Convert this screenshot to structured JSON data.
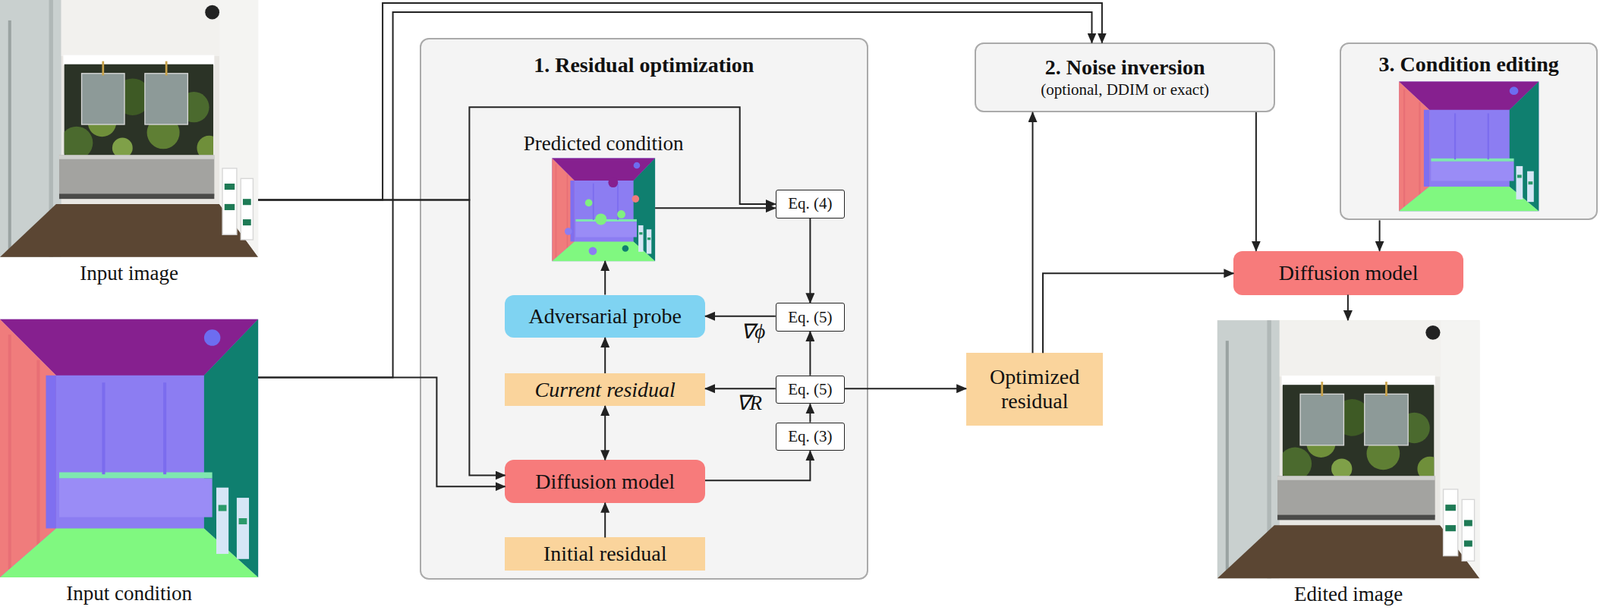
{
  "diagram": {
    "nodes": [
      {
        "text": [
          "Input image"
        ]
      },
      {
        "text": [
          "Input condition"
        ]
      },
      {
        "text": [
          "1. Residual optimization"
        ]
      },
      {
        "text": [
          "Predicted condition"
        ],
        "in": 2
      },
      {
        "text": [
          "Eq. (4)"
        ],
        "in": 2
      },
      {
        "text": [
          "Adversarial probe"
        ],
        "in": 2
      },
      {
        "text": [
          "Eq. (5)"
        ],
        "in": 2
      },
      {
        "text": [
          "Current residual"
        ],
        "in": 2
      },
      {
        "text": [
          "Eq. (5)"
        ],
        "in": 2
      },
      {
        "text": [
          "Eq. (3)"
        ],
        "in": 2
      },
      {
        "text": [
          "Diffusion model"
        ],
        "in": 2
      },
      {
        "text": [
          "Initial residual"
        ],
        "in": 2
      },
      {
        "text": [
          "2. Noise inversion",
          "(optional, DDIM or exact)"
        ]
      },
      {
        "text": [
          "3. Condition editing"
        ]
      },
      {
        "text": [
          "Optimized residual"
        ]
      },
      {
        "text": [
          "Diffusion model"
        ]
      },
      {
        "text": [
          "Edited image"
        ]
      }
    ],
    "edges": [
      {
        "from": 0,
        "to": 12,
        "arrow": "to"
      },
      {
        "from": 1,
        "to": 12,
        "arrow": "to"
      },
      {
        "from": 0,
        "to": 10,
        "arrow": "to"
      },
      {
        "from": 0,
        "to": 4,
        "arrow": "to"
      },
      {
        "from": 1,
        "to": 10,
        "arrow": "to"
      },
      {
        "from": 3,
        "to": 4,
        "arrow": "to"
      },
      {
        "from": 4,
        "to": 6,
        "arrow": "to"
      },
      {
        "from": 6,
        "to": 5,
        "label": "∇ϕ",
        "arrow": "to"
      },
      {
        "from": 5,
        "to": 3,
        "arrow": "to"
      },
      {
        "from": 7,
        "to": 5,
        "arrow": "to"
      },
      {
        "from": 7,
        "to": 10,
        "arrow": "both"
      },
      {
        "from": 11,
        "to": 10,
        "arrow": "to"
      },
      {
        "from": 10,
        "to": 9,
        "arrow": "to"
      },
      {
        "from": 9,
        "to": 8,
        "arrow": "to"
      },
      {
        "from": 8,
        "to": 6,
        "arrow": "to"
      },
      {
        "from": 8,
        "to": 7,
        "label": "∇R",
        "arrow": "to"
      },
      {
        "from": 8,
        "to": 14,
        "arrow": "to"
      },
      {
        "from": 14,
        "to": 12,
        "arrow": "to"
      },
      {
        "from": 14,
        "to": 15,
        "arrow": "to"
      },
      {
        "from": 12,
        "to": 15,
        "arrow": "to"
      },
      {
        "from": 13,
        "to": 15,
        "arrow": "to"
      },
      {
        "from": 15,
        "to": 16,
        "arrow": "to"
      }
    ]
  }
}
